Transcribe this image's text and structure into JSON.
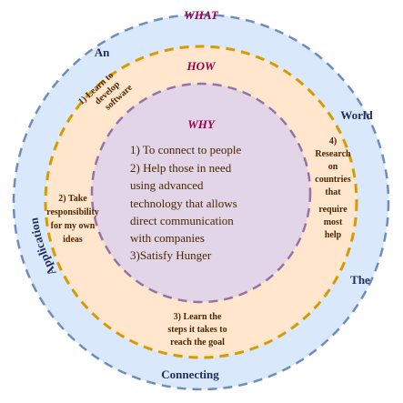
{
  "colors": {
    "outer_fill": "#dae8fc",
    "outer_stroke": "#6c8ebf",
    "middle_fill": "#ffe6cc",
    "middle_stroke": "#d79b00",
    "inner_fill": "#e1d5e7",
    "inner_stroke": "#9673a6",
    "heading": "#99004d",
    "text_dark": "#4d2600",
    "text_navy": "#1f2d5a"
  },
  "headings": {
    "what": "WHAT",
    "how": "HOW",
    "why": "WHY"
  },
  "outer_ring_words": {
    "an": "An",
    "world": "World",
    "the": "The",
    "connecting": "Connecting",
    "application": "Application"
  },
  "how_items": {
    "item1": [
      "1) Learn to",
      "develop",
      "software"
    ],
    "item2": [
      "2) Take",
      "responsibility",
      "for my own",
      "ideas"
    ],
    "item3": [
      "3) Learn the",
      "steps it takes to",
      "reach the goal"
    ],
    "item4": [
      "4)",
      "Research",
      "on",
      "countries",
      "that",
      "require",
      "most",
      "help"
    ]
  },
  "why_items": [
    "1) To connect to people",
    "2) Help those in need",
    "using advanced",
    "technology that allows",
    "direct communication",
    "with companies",
    "3)Satisfy Hunger"
  ]
}
